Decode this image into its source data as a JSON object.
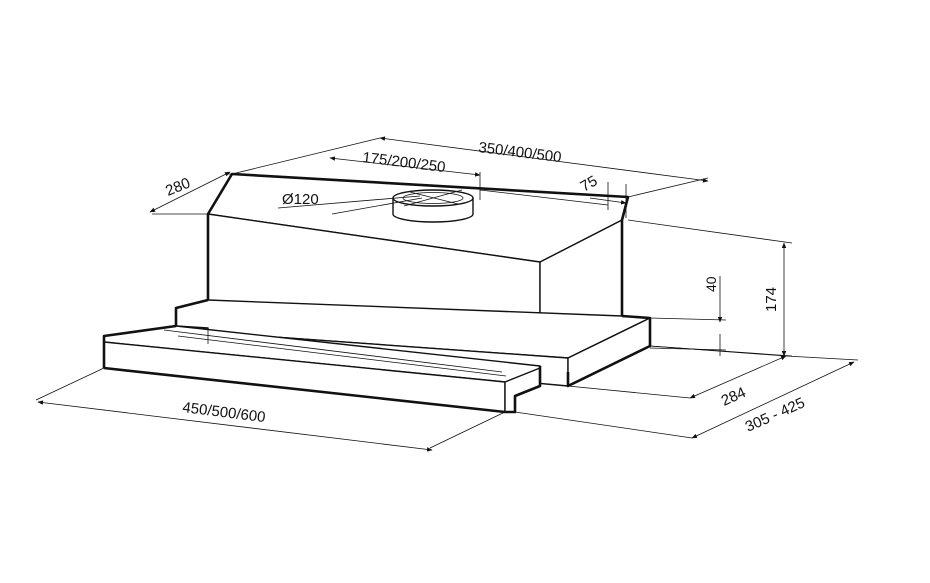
{
  "dimensions": {
    "top_width": "350/400/500",
    "duct_offset": "175/200/250",
    "depth_top": "280",
    "duct_edge": "75",
    "duct_diameter": "Ø120",
    "front_width": "450/500/600",
    "body_height": "174",
    "front_lip_height": "40",
    "body_depth": "284",
    "extended_depth": "305 - 425"
  },
  "colors": {
    "line": "#111111",
    "background": "#ffffff"
  }
}
